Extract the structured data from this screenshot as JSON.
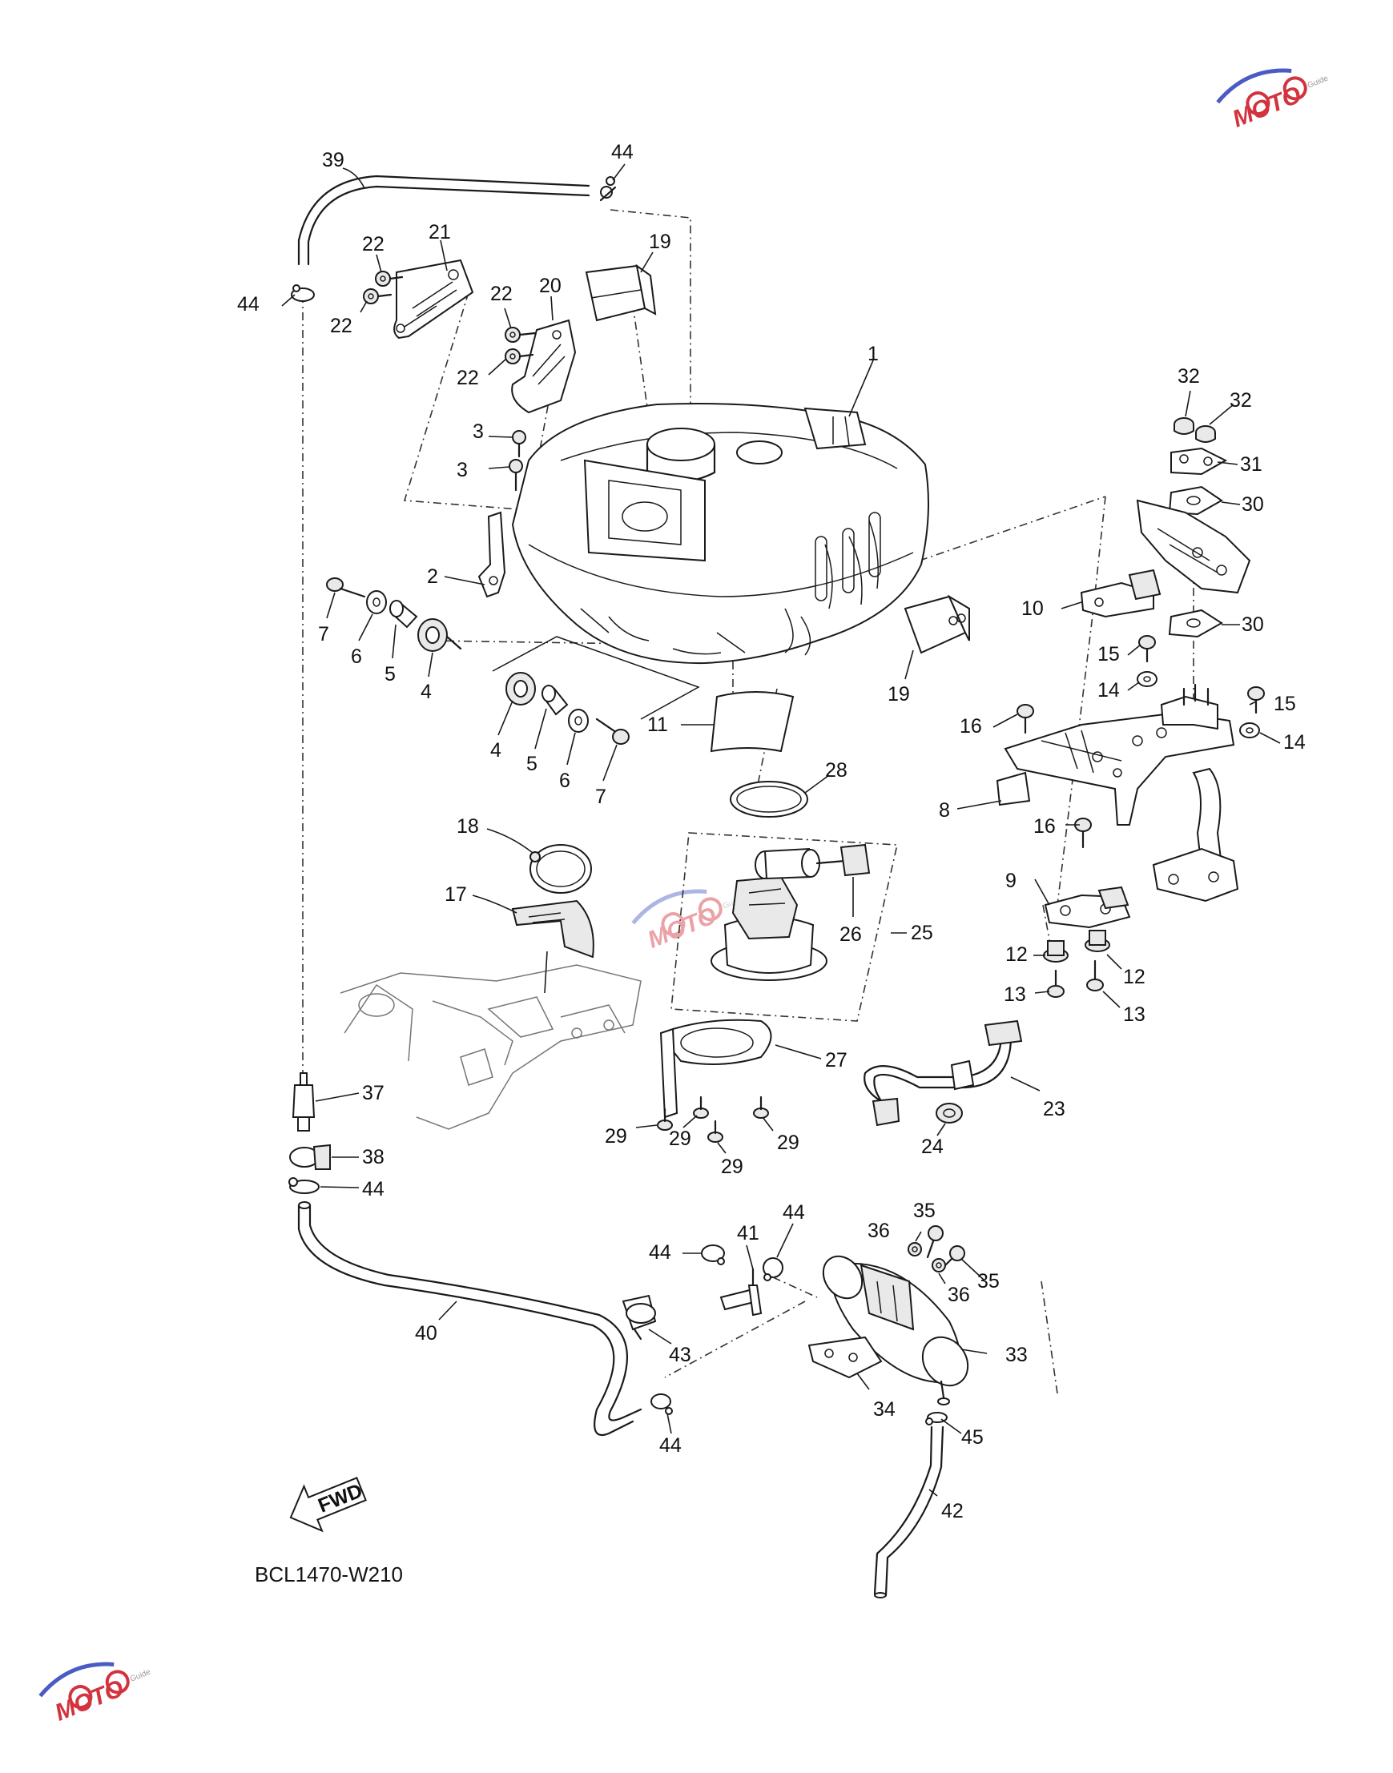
{
  "diagram_code": "BCL1470-W210",
  "direction_label": "FWD",
  "watermark": {
    "text": "MOTO",
    "sub": "Guide",
    "color": "#d3333e"
  },
  "callouts": [
    {
      "id": "c39",
      "text": "39"
    },
    {
      "id": "c44a",
      "text": "44"
    },
    {
      "id": "c44b",
      "text": "44"
    },
    {
      "id": "c21",
      "text": "21"
    },
    {
      "id": "c22a",
      "text": "22"
    },
    {
      "id": "c22b",
      "text": "22"
    },
    {
      "id": "c19a",
      "text": "19"
    },
    {
      "id": "c22c",
      "text": "22"
    },
    {
      "id": "c20",
      "text": "20"
    },
    {
      "id": "c22d",
      "text": "22"
    },
    {
      "id": "c1",
      "text": "1"
    },
    {
      "id": "c3a",
      "text": "3"
    },
    {
      "id": "c3b",
      "text": "3"
    },
    {
      "id": "c32a",
      "text": "32"
    },
    {
      "id": "c32b",
      "text": "32"
    },
    {
      "id": "c31",
      "text": "31"
    },
    {
      "id": "c30a",
      "text": "30"
    },
    {
      "id": "c2",
      "text": "2"
    },
    {
      "id": "c7a",
      "text": "7"
    },
    {
      "id": "c6a",
      "text": "6"
    },
    {
      "id": "c5a",
      "text": "5"
    },
    {
      "id": "c4a",
      "text": "4"
    },
    {
      "id": "c10",
      "text": "10"
    },
    {
      "id": "c30b",
      "text": "30"
    },
    {
      "id": "c19b",
      "text": "19"
    },
    {
      "id": "c15a",
      "text": "15"
    },
    {
      "id": "c14a",
      "text": "14"
    },
    {
      "id": "c15b",
      "text": "15"
    },
    {
      "id": "c16a",
      "text": "16"
    },
    {
      "id": "c14b",
      "text": "14"
    },
    {
      "id": "c11",
      "text": "11"
    },
    {
      "id": "c4b",
      "text": "4"
    },
    {
      "id": "c5b",
      "text": "5"
    },
    {
      "id": "c6b",
      "text": "6"
    },
    {
      "id": "c7b",
      "text": "7"
    },
    {
      "id": "c28",
      "text": "28"
    },
    {
      "id": "c8",
      "text": "8"
    },
    {
      "id": "c16b",
      "text": "16"
    },
    {
      "id": "c18",
      "text": "18"
    },
    {
      "id": "c9",
      "text": "9"
    },
    {
      "id": "c17",
      "text": "17"
    },
    {
      "id": "c26",
      "text": "26"
    },
    {
      "id": "c25",
      "text": "25"
    },
    {
      "id": "c12a",
      "text": "12"
    },
    {
      "id": "c13a",
      "text": "13"
    },
    {
      "id": "c12b",
      "text": "12"
    },
    {
      "id": "c13b",
      "text": "13"
    },
    {
      "id": "c27",
      "text": "27"
    },
    {
      "id": "c37",
      "text": "37"
    },
    {
      "id": "c23",
      "text": "23"
    },
    {
      "id": "c29a",
      "text": "29"
    },
    {
      "id": "c29b",
      "text": "29"
    },
    {
      "id": "c29c",
      "text": "29"
    },
    {
      "id": "c29d",
      "text": "29"
    },
    {
      "id": "c24",
      "text": "24"
    },
    {
      "id": "c38",
      "text": "38"
    },
    {
      "id": "c44c",
      "text": "44"
    },
    {
      "id": "c44d",
      "text": "44"
    },
    {
      "id": "c35a",
      "text": "35"
    },
    {
      "id": "c36a",
      "text": "36"
    },
    {
      "id": "c41",
      "text": "41"
    },
    {
      "id": "c44e",
      "text": "44"
    },
    {
      "id": "c35b",
      "text": "35"
    },
    {
      "id": "c36b",
      "text": "36"
    },
    {
      "id": "c40",
      "text": "40"
    },
    {
      "id": "c43",
      "text": "43"
    },
    {
      "id": "c33",
      "text": "33"
    },
    {
      "id": "c34",
      "text": "34"
    },
    {
      "id": "c44f",
      "text": "44"
    },
    {
      "id": "c45",
      "text": "45"
    },
    {
      "id": "c42",
      "text": "42"
    }
  ]
}
